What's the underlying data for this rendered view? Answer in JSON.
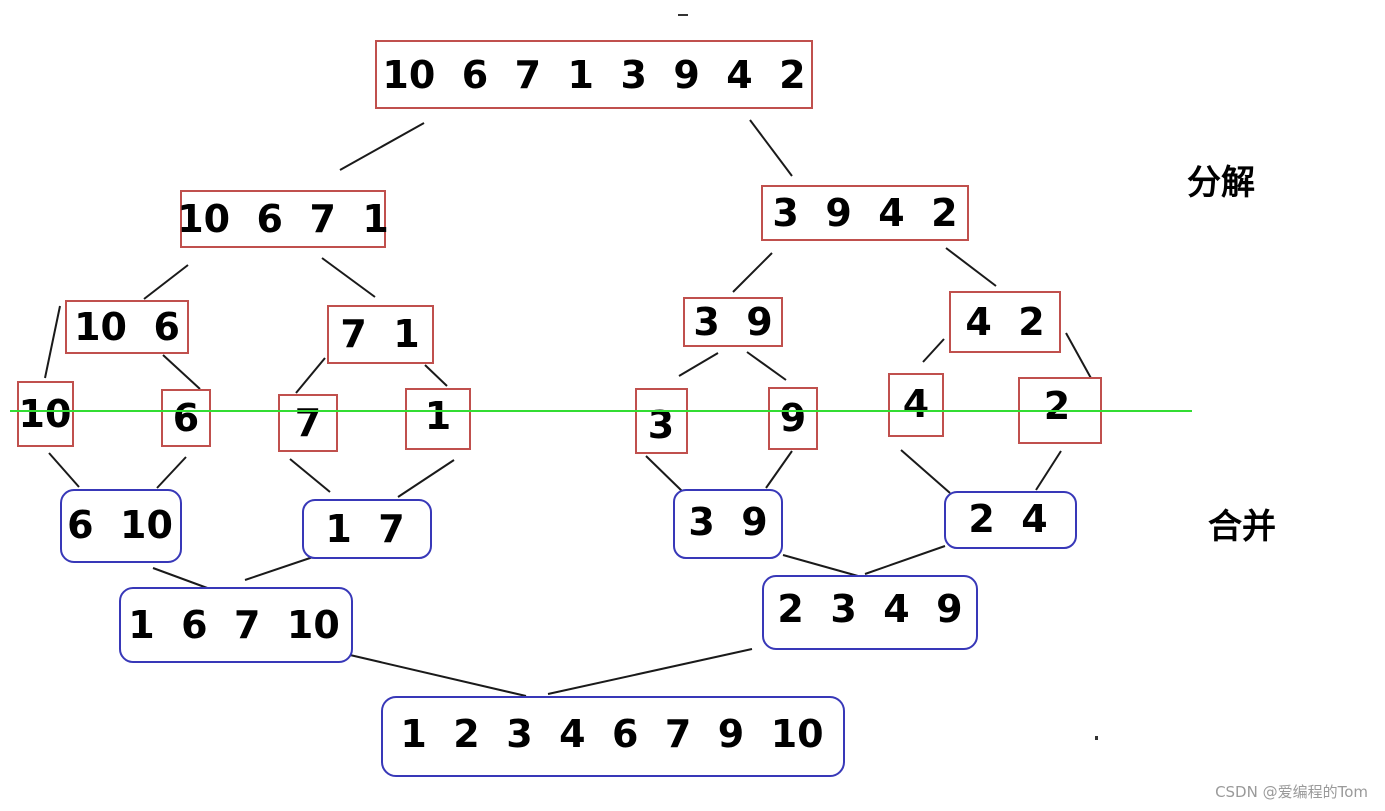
{
  "labels": {
    "split": "分解",
    "merge": "合并"
  },
  "watermark": "CSDN @爱编程的Tom",
  "split": {
    "root": "10  6  7  1  3  9  4  2",
    "left_half": "10  6  7  1",
    "right_half": "3  9  4  2",
    "pair_10_6": "10  6",
    "pair_7_1": "7  1",
    "pair_3_9": "3  9",
    "pair_4_2": "4  2",
    "leaf_10": "10",
    "leaf_6": "6",
    "leaf_7": "7",
    "leaf_1": "1",
    "leaf_3": "3",
    "leaf_9": "9",
    "leaf_4": "4",
    "leaf_2": "2"
  },
  "merge": {
    "pair_6_10": "6  10",
    "pair_1_7": "1  7",
    "pair_3_9": "3  9",
    "pair_2_4": "2  4",
    "left_half": "1  6  7  10",
    "right_half": "2  3  4  9",
    "result": "1  2  3  4  6  7  9  10"
  },
  "colors": {
    "split_border": "#c0504d",
    "merge_border": "#3838b8",
    "divider_line": "#33dd33"
  }
}
